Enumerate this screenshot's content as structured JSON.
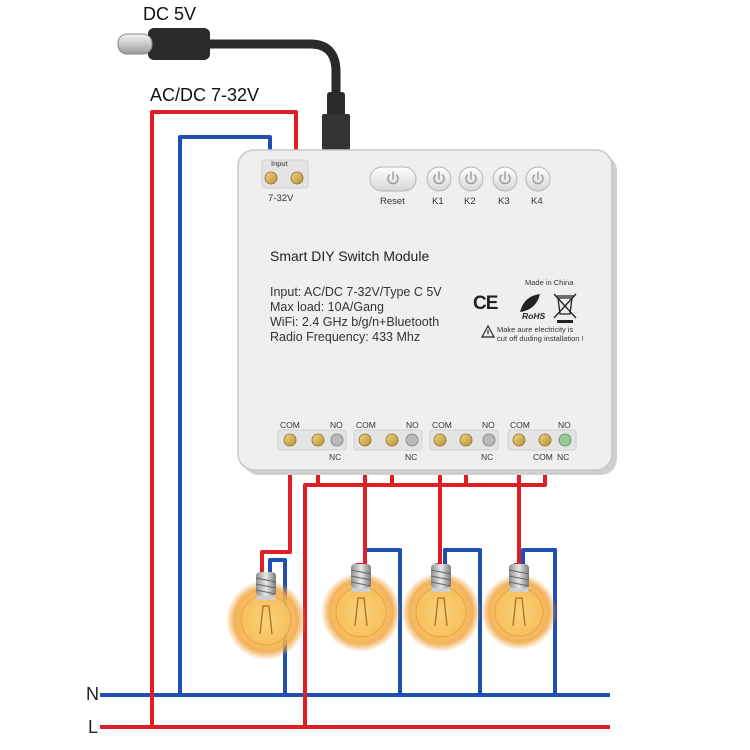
{
  "supply_labels": {
    "dc": "DC 5V",
    "ac": "AC/DC 7-32V"
  },
  "lines": {
    "neutral": "N",
    "live": "L"
  },
  "module": {
    "input_terminal_label": "Input",
    "input_voltage_label": "7-32V",
    "buttons": [
      "Reset",
      "K1",
      "K2",
      "K3",
      "K4"
    ],
    "title": "Smart DIY Switch Module",
    "specs": [
      "Input: AC/DC 7-32V/Type C 5V",
      "Max load: 10A/Gang",
      "WiFi: 2.4 GHz b/g/n+Bluetooth",
      "Radio Frequency: 433 Mhz"
    ],
    "made_in": "Made in China",
    "certifications": {
      "ce": "CE",
      "rohs": "RoHS"
    },
    "warning_lines": [
      "Make aure electricity is",
      "cut off duding installation !"
    ],
    "terminal_labels": {
      "com": "COM",
      "no": "NO",
      "nc": "NC"
    }
  },
  "colors": {
    "wire_live": "#e01e26",
    "wire_neutral": "#1f4fb4",
    "module_body": "#efefef",
    "cable": "#2a2a2a",
    "bulb_glow": "#f6b347"
  }
}
